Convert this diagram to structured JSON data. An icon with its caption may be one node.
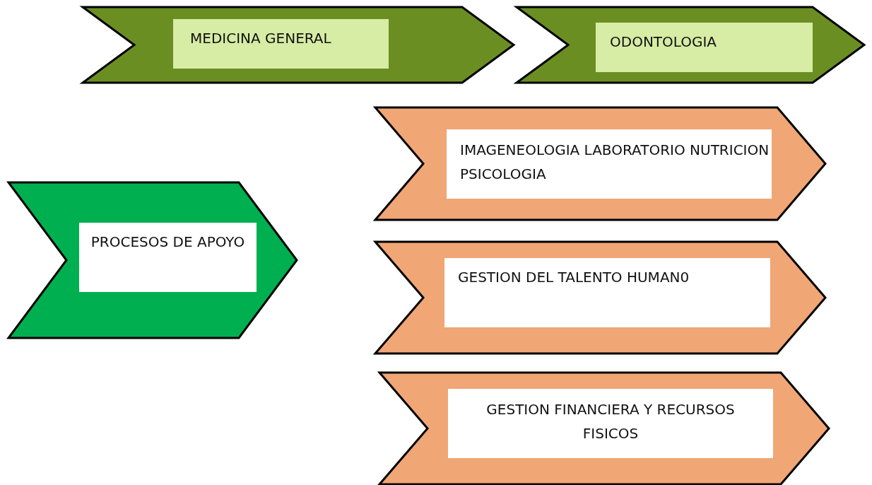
{
  "diagram": {
    "nodes": [
      {
        "text": [
          "MEDICINA GENERAL"
        ]
      },
      {
        "text": [
          "ODONTOLOGIA"
        ]
      },
      {
        "text": [
          "PROCESOS DE APOYO"
        ]
      },
      {
        "text": [
          "IMAGENEOLOGIA LABORATORIO NUTRICION PSICOLOGIA"
        ]
      },
      {
        "text": [
          "GESTION DEL TALENTO HUMAN0"
        ]
      },
      {
        "text": [
          "GESTION FINANCIERA Y RECURSOS FISICOS"
        ]
      }
    ]
  }
}
